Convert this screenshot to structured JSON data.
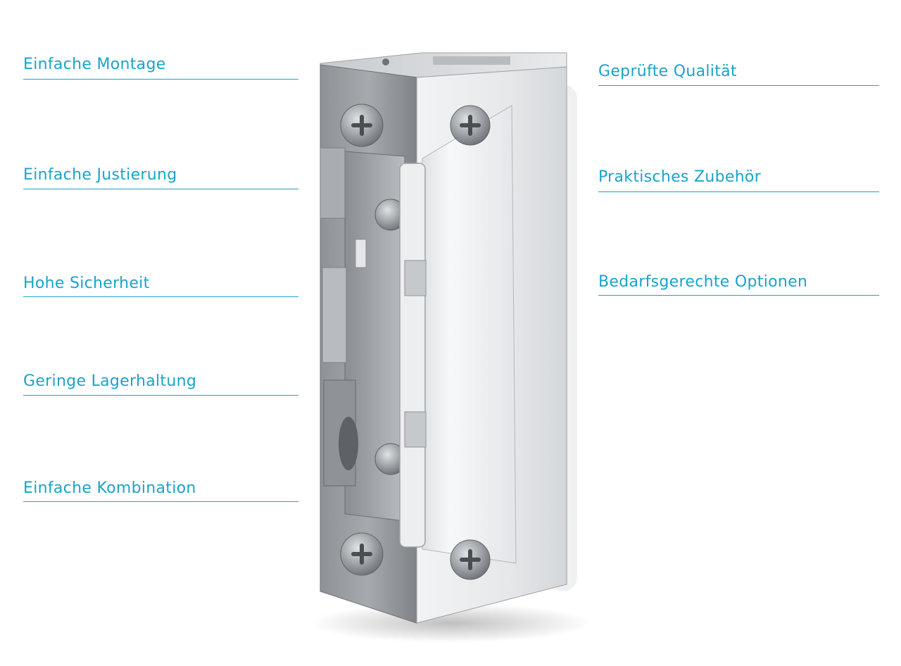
{
  "features_left": [
    {
      "label": "Einfache Montage"
    },
    {
      "label": "Einfache Justierung"
    },
    {
      "label": "Hohe Sicherheit"
    },
    {
      "label": "Geringe Lagerhaltung"
    },
    {
      "label": "Einfache Kombination"
    }
  ],
  "features_right": [
    {
      "label": "Geprüfte Qualität"
    },
    {
      "label": "Praktisches Zubehör"
    },
    {
      "label": "Bedarfsgerechte Optionen"
    }
  ],
  "accent_color": "#1aa3c9",
  "product_image": {
    "subject": "electric door strike",
    "icon": "door-strike-illustration"
  }
}
